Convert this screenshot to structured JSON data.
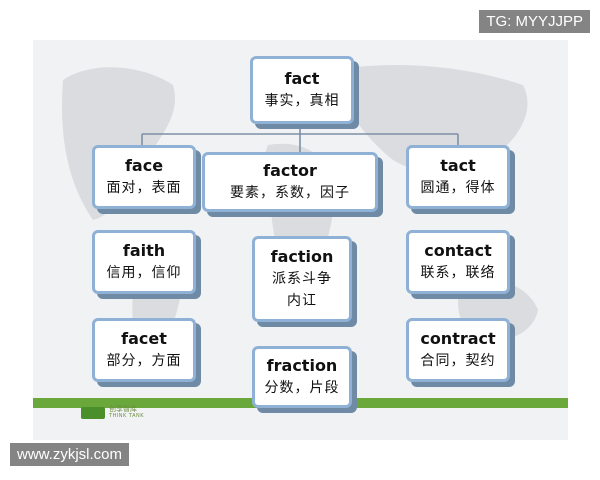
{
  "watermarks": {
    "top_right": "TG: MYYJJPP",
    "bottom_left": "www.zykjsl.com"
  },
  "logo": {
    "text_cn": "创享智库",
    "text_en": "THINK TANK",
    "color": "#4a8f2a"
  },
  "colors": {
    "node_border": "#8fb1d6",
    "node_shadow": "#6f8aa5",
    "connector": "#7d8fa6",
    "footer_bar": "#6aa83b"
  },
  "root": {
    "word": "fact",
    "meaning": "事实，真相"
  },
  "branches": [
    {
      "word": "face",
      "meaning": "面对，表面",
      "children": [
        {
          "word": "faith",
          "meaning": "信用，信仰"
        },
        {
          "word": "facet",
          "meaning": "部分，方面"
        }
      ]
    },
    {
      "word": "factor",
      "meaning": "要素，系数，因子",
      "children": [
        {
          "word": "faction",
          "meaning": "派系斗争",
          "meaning2": "内讧"
        },
        {
          "word": "fraction",
          "meaning": "分数，片段"
        }
      ]
    },
    {
      "word": "tact",
      "meaning": "圆通，得体",
      "children": [
        {
          "word": "contact",
          "meaning": "联系，联络"
        },
        {
          "word": "contract",
          "meaning": "合同，契约"
        }
      ]
    }
  ]
}
